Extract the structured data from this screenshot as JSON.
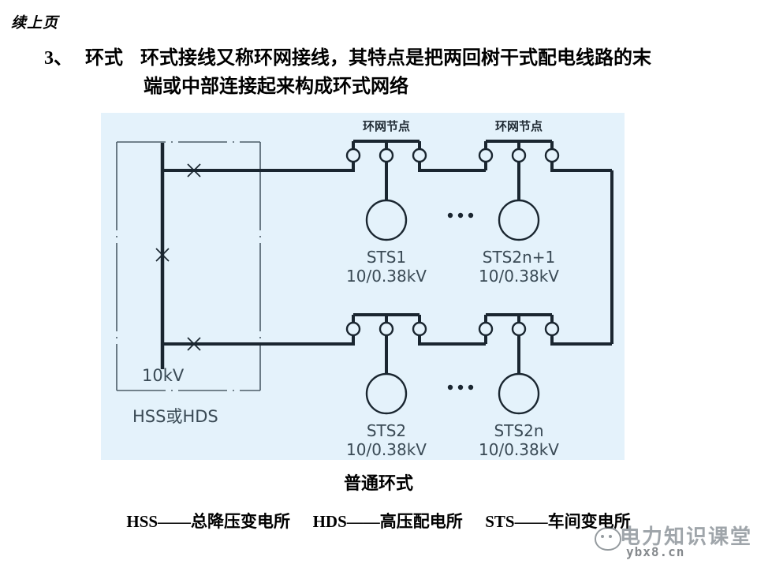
{
  "slide": {
    "continued_marker": "续上页",
    "heading": {
      "number": "3、",
      "term": "环式",
      "body_line1": "环式接线又称环网接线，其特点是把两回树干式配电线路的末",
      "body_line2": "端或中部连接起来构成环式网络"
    },
    "caption": "普通环式",
    "legend": {
      "entry1": "HSS——总降压变电所",
      "entry2": "HDS——高压配电所",
      "entry3": "STS——车间变电所"
    },
    "watermark": {
      "face_icon": "smiley-face-icon",
      "title": "电力知识课堂",
      "url": "ybx8.cn"
    }
  },
  "diagram": {
    "background_color": "#e4f2fb",
    "line_color": "#1a2630",
    "label_color": "#3a4a55",
    "substation_box": {
      "voltage_label": "10kV",
      "name_label": "HSS或HDS"
    },
    "ring_nodes": [
      {
        "label": "环网节点"
      },
      {
        "label": "环网节点"
      }
    ],
    "transformers": [
      {
        "id": "STS1",
        "name": "STS1",
        "name_base": "STS",
        "name_sub": "1",
        "rating": "10/0.38kV"
      },
      {
        "id": "STS2n1",
        "name": "STS2n+1",
        "name_base": "STS",
        "name_sub": "2n+1",
        "rating": "10/0.38kV"
      },
      {
        "id": "STS2",
        "name": "STS2",
        "name_base": "STS",
        "name_sub": "2",
        "rating": "10/0.38kV"
      },
      {
        "id": "STS2n",
        "name": "STS2n",
        "name_base": "STS",
        "name_sub": "2n",
        "rating": "10/0.38kV"
      }
    ],
    "ellipsis": "• • •"
  }
}
